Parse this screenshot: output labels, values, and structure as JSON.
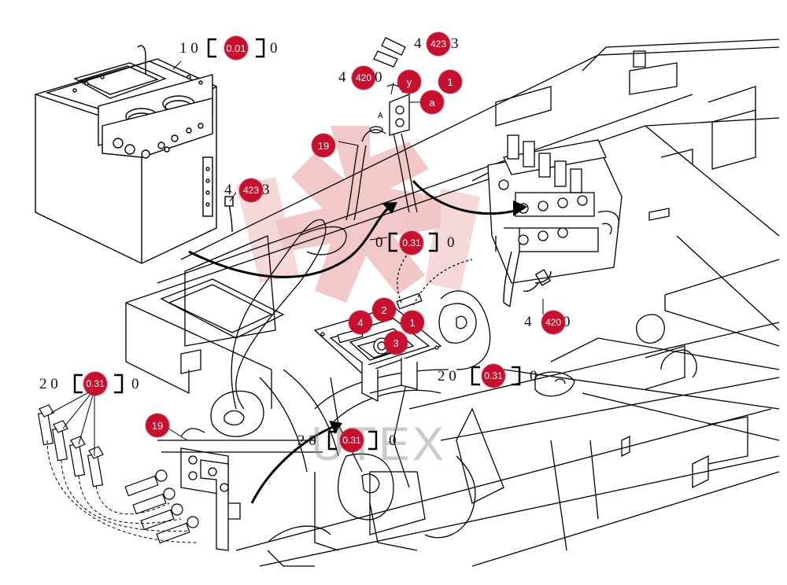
{
  "watermark": {
    "text": "UTEX",
    "color": "#e8a0a0"
  },
  "colors": {
    "callout_fill": "#c8102e",
    "callout_text": "#ffffff",
    "line": "#000000"
  },
  "refs": {
    "ref_top_left": {
      "prefix": "1 0",
      "badge": "0.01",
      "suffix": "0"
    },
    "ref_top_4423": {
      "prefix": "4",
      "badge": "423",
      "suffix": "3"
    },
    "ref_top_4420": {
      "prefix": "4",
      "badge": "420",
      "suffix": "0"
    },
    "ref_tank_4423": {
      "prefix": "4",
      "badge": "423",
      "suffix": "3"
    },
    "ref_center": {
      "prefix": "0",
      "badge": "0.31",
      "suffix": "0"
    },
    "ref_valve_4420": {
      "prefix": "4",
      "badge": "420",
      "suffix": "0"
    },
    "ref_left_20": {
      "prefix": "2 0",
      "badge": "0.31",
      "suffix": "0"
    },
    "ref_right_20": {
      "prefix": "2 0",
      "badge": "0.31",
      "suffix": "0"
    },
    "ref_bottom_20": {
      "prefix": "2 0",
      "badge": "0.31",
      "suffix": "0"
    }
  },
  "callouts": {
    "c19_top": "19",
    "c19_bottom": "19",
    "c_y": "y",
    "c_1_top": "1",
    "c_a": "a",
    "c_4": "4",
    "c_2": "2",
    "c_1_mid": "1",
    "c_3": "3"
  },
  "labels": {
    "valve_port_A": "A"
  }
}
